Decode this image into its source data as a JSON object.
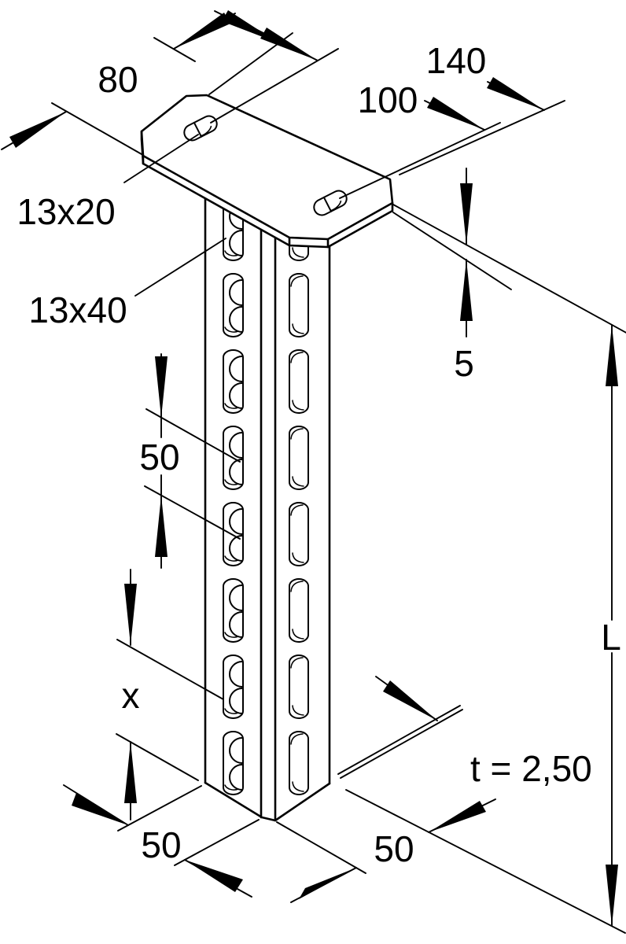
{
  "drawing": {
    "kind": "isometric-technical-drawing",
    "subject": "slotted U-profile hanger post with head plate",
    "colors": {
      "line": "#000000",
      "background": "#ffffff"
    }
  },
  "dims": {
    "plate_width": "80",
    "plate_length": "140",
    "hole_spacing": "100",
    "plate_slot_size": "13x20",
    "profile_slot_size": "13x40",
    "plate_thickness": "5",
    "slot_pitch": "50",
    "bottom_offset": "x",
    "profile_side_left": "50",
    "profile_side_right": "50",
    "wall_thickness": "t = 2,50",
    "profile_length": "L"
  }
}
